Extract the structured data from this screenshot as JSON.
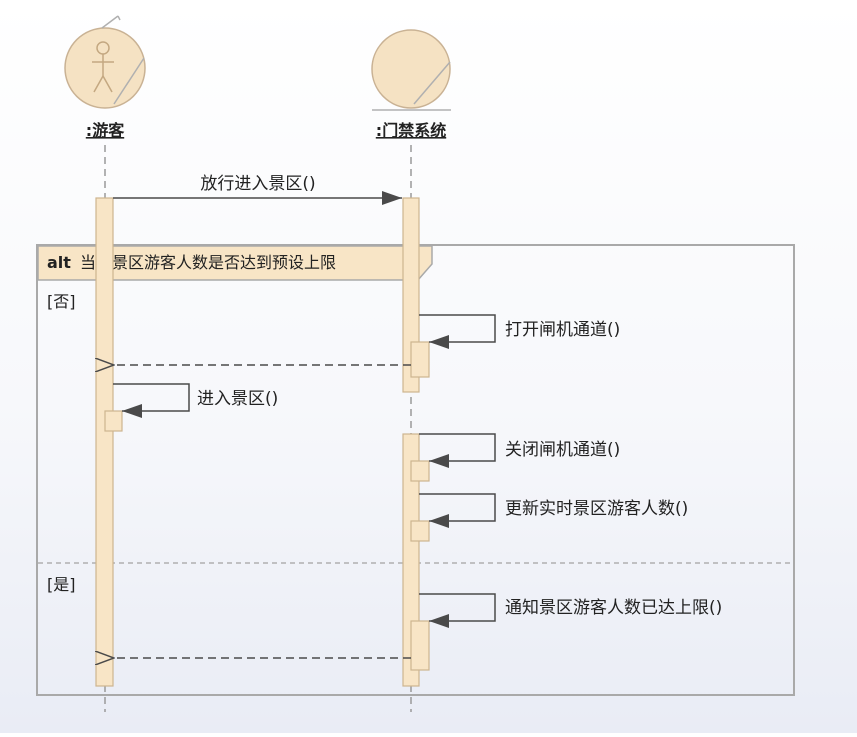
{
  "participants": [
    {
      "name": ":游客",
      "kind": "actor"
    },
    {
      "name": ":门禁系统",
      "kind": "entity"
    }
  ],
  "messages": {
    "m1": "放行进入景区()",
    "m2": "打开闸机通道()",
    "m3": "进入景区()",
    "m4": "关闭闸机通道()",
    "m5": "更新实时景区游客人数()",
    "m6": "通知景区游客人数已达上限()"
  },
  "alt": {
    "keyword": "alt",
    "condition": "当前景区游客人数是否达到预设上限",
    "guard1": "[否]",
    "guard2": "[是]"
  },
  "colors": {
    "activation_fill": "#f8e5c6",
    "activation_stroke": "#cdb58f",
    "frame_stroke": "#a9a9a9",
    "arrow": "#4a4a4a",
    "lifeline": "#9a9a9a"
  }
}
